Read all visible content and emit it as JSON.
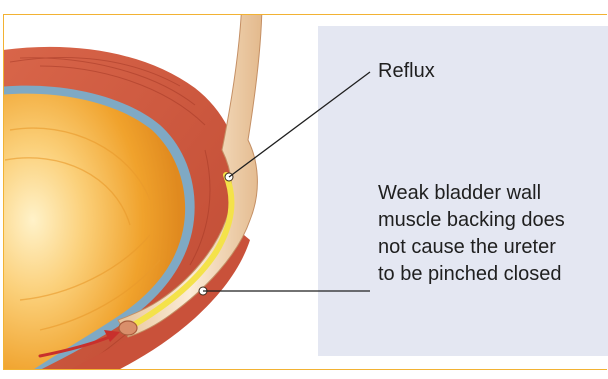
{
  "labels": {
    "reflux": "Reflux",
    "weak_wall": [
      "Weak bladder wall",
      "muscle backing does",
      "not cause the ureter",
      "to be pinched closed"
    ]
  },
  "colors": {
    "frame": "#f2b233",
    "caption_background": "#e4e7f2",
    "bladder_wall": "#cf5a3c",
    "bladder_lining": "#7fa9c4",
    "bladder_interior": "#f2a431",
    "ureter": "#f1d7b5",
    "urine_flow": "#f4e24a",
    "reflux_arrow": "#c8302c"
  },
  "icons": {
    "flow_arrow": "reflux-arrow-icon"
  }
}
